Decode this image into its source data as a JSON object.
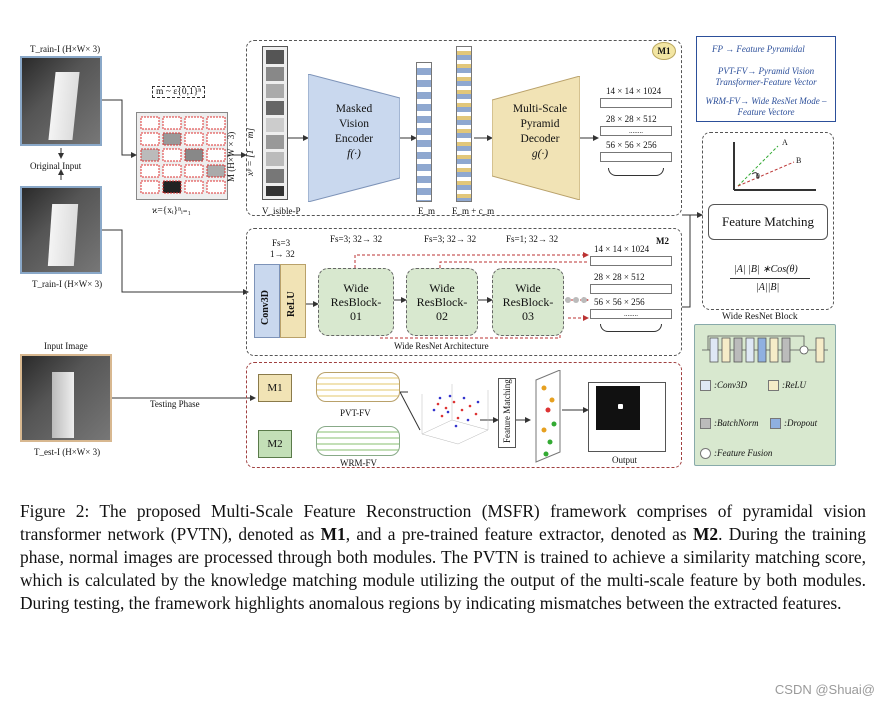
{
  "figure": {
    "train_label_top": "T_rain-I (H×W× 3)",
    "original_input": "Original Input",
    "train_label_bottom": "T_rain-I (H×W× 3)",
    "input_image": "Input Image",
    "testing_phase": "Testing Phase",
    "test_label": "T_est-I (H×W× 3)",
    "mask_label": "m ~ ε{0,1}ⁿ",
    "patch_set": "ϰ={xᵢ}ⁿᵢ₌₁",
    "m_dims": "M (H×W × 3)",
    "xp_label": "xᵖ = [1 − m]",
    "v_label": "V_isible-P",
    "encoder": [
      "Masked",
      "Vision",
      "Encoder",
      "f(·)"
    ],
    "em_label": "E_m",
    "emc_label": "E_m + c_m",
    "decoder": [
      "Multi-Scale",
      "Pyramid",
      "Decoder",
      "g(·)"
    ],
    "m1": "M1",
    "m2": "M2",
    "scales": [
      "14 × 14 × 1024",
      "28 × 28 × 512",
      "56 × 56 × 256"
    ],
    "dots": "........",
    "legend": {
      "fp": "FP → Feature Pyramidal",
      "pvt": "PVT-FV→ Pyramid Vision Transformer-Feature Vector",
      "wrm": "WRM-FV→ Wide ResNet Mode – Feature Vectore"
    },
    "fs_labels": [
      "Fs=3",
      "1→ 32",
      "Fs=3; 32→ 32",
      "Fs=3; 32→ 32",
      "Fs=1; 32→ 32"
    ],
    "conv3d": "Conv3D",
    "relu": "ReLU",
    "wide_blocks": [
      "Wide ResBlock-01",
      "Wide ResBlock-02",
      "Wide ResBlock-03"
    ],
    "wide_arch": "Wide ResNet Architecture",
    "feature_matching": "Feature Matching",
    "angle_a": "A",
    "angle_b": "B",
    "theta": "θ",
    "formula_num": "|A| |B| ∗Cos(θ)",
    "formula_den": "|A||B|",
    "wrb_title": "Wide ResNet Block",
    "wrb_legend": [
      ":Conv3D",
      ":ReLU",
      ":BatchNorm",
      ":Dropout",
      ":Feature Fusion"
    ],
    "pvt_fv": "PVT-FV",
    "wrm_fv": "WRM-FV",
    "fm_vertical": "Feature Matching",
    "output": "Output",
    "watermark_brand": "CSDN @Shuai@"
  },
  "caption": {
    "prefix": "Figure 2: The proposed Multi-Scale Feature Reconstruction (MSFR) framework comprises of pyramidal vision transformer network (PVTN), denoted as ",
    "m1": "M1",
    "mid": ", and a pre-trained feature extractor, denoted as ",
    "m2": "M2",
    "suffix": ". During the training phase, normal images are processed through both modules. The PVTN is trained to achieve a similarity matching score, which is calculated by the knowledge matching module utilizing the output of the multi-scale feature by both modules. During testing, the framework highlights anomalous regions by indicating mismatches between the extracted features."
  },
  "colors": {
    "encoder": "#c9d8ee",
    "decoder": "#f1e3b5",
    "resblock": "#d8e8cf",
    "legend_green": "#2e8b2e",
    "legend_blue": "#2c4f9a",
    "m1_badge": "#f3e6a3"
  }
}
